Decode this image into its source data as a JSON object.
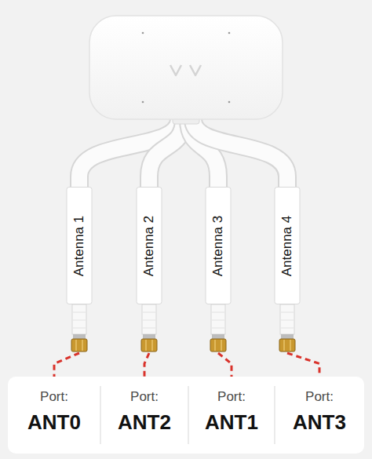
{
  "diagram": {
    "nodes": [
      {
        "text": [
          "Antenna 1"
        ]
      },
      {
        "text": [
          "Antenna 2"
        ]
      },
      {
        "text": [
          "Antenna 3"
        ]
      },
      {
        "text": [
          "Antenna 4"
        ]
      },
      {
        "text": [
          "Port:",
          "ANT0"
        ]
      },
      {
        "text": [
          "Port:",
          "ANT2"
        ]
      },
      {
        "text": [
          "Port:",
          "ANT1"
        ]
      },
      {
        "text": [
          "Port:",
          "ANT3"
        ]
      }
    ],
    "edges": [
      {
        "from": 0,
        "to": 4,
        "arrow": "none"
      },
      {
        "from": 1,
        "to": 5,
        "arrow": "none"
      },
      {
        "from": 2,
        "to": 6,
        "arrow": "none"
      },
      {
        "from": 3,
        "to": 7,
        "arrow": "none"
      }
    ]
  }
}
